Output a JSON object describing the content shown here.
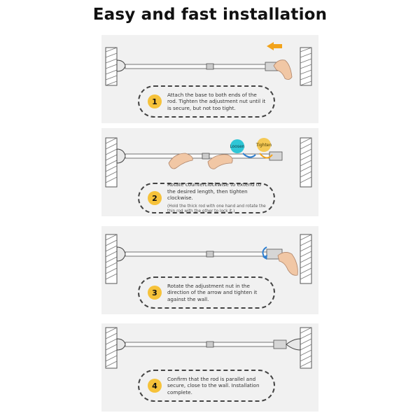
{
  "title": "Easy and fast installation",
  "colors": {
    "badge": "#f6c23a",
    "arrow": "#f2a31b",
    "loosen": "#2fc6d6",
    "rotate_arrow": "#2e7fd0",
    "panel": "#f1f1f1"
  },
  "icons": [
    "wall-bracket-icon",
    "hand-icon",
    "rotation-arrow-icon",
    "direction-arrow-icon"
  ],
  "steps": [
    {
      "number": "1",
      "text": "Attach the base to both ends of the rod. Tighten the adjustment nut until it is secure, but not too tight."
    },
    {
      "number": "2",
      "text": "Rotate counterclockwise to extend to the desired length, then tighten clockwise.",
      "subtext": "(Hold the thick rod with one hand and rotate the thin rod with the other to lock it.)",
      "labels": {
        "loosen": "Loosen",
        "tighten": "Tighten"
      }
    },
    {
      "number": "3",
      "text": "Rotate the adjustment nut in the direction of the arrow and tighten it against the wall."
    },
    {
      "number": "4",
      "text": "Confirm that the rod is parallel and secure, close to the wall. Installation complete."
    }
  ]
}
